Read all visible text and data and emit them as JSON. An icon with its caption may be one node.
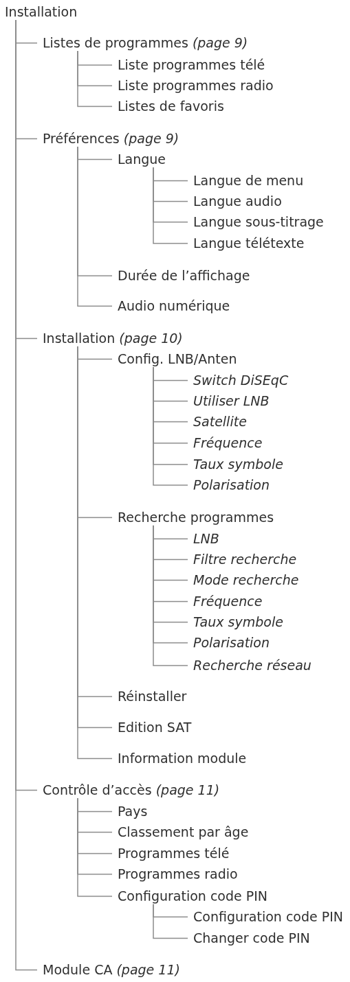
{
  "diagram": {
    "nodes": [
      {
        "text": [
          "Installation"
        ]
      },
      {
        "text": [
          "Listes de programmes *(page 9)*"
        ]
      },
      {
        "text": [
          "Liste programmes télé"
        ]
      },
      {
        "text": [
          "Liste programmes radio"
        ]
      },
      {
        "text": [
          "Listes de favoris"
        ]
      },
      {
        "text": [
          "Préférences *(page 9)*"
        ]
      },
      {
        "text": [
          "Langue"
        ]
      },
      {
        "text": [
          "Langue de menu"
        ]
      },
      {
        "text": [
          "Langue audio"
        ]
      },
      {
        "text": [
          "Langue sous-titrage"
        ]
      },
      {
        "text": [
          "Langue télétexte"
        ]
      },
      {
        "text": [
          "Durée de l’affichage"
        ]
      },
      {
        "text": [
          "Audio numérique"
        ]
      },
      {
        "text": [
          "Installation *(page 10)*"
        ]
      },
      {
        "text": [
          "Config. LNB/Anten"
        ]
      },
      {
        "text": [
          "Switch DiSEqC"
        ]
      },
      {
        "text": [
          "Utiliser LNB"
        ]
      },
      {
        "text": [
          "Satellite"
        ]
      },
      {
        "text": [
          "Fréquence"
        ]
      },
      {
        "text": [
          "Taux symbole"
        ]
      },
      {
        "text": [
          "Polarisation"
        ]
      },
      {
        "text": [
          "Recherche programmes"
        ]
      },
      {
        "text": [
          "LNB"
        ]
      },
      {
        "text": [
          "Filtre recherche"
        ]
      },
      {
        "text": [
          "Mode recherche"
        ]
      },
      {
        "text": [
          "Fréquence"
        ]
      },
      {
        "text": [
          "Taux symbole"
        ]
      },
      {
        "text": [
          "Polarisation"
        ]
      },
      {
        "text": [
          "Recherche réseau"
        ]
      },
      {
        "text": [
          "Réinstaller"
        ]
      },
      {
        "text": [
          "Edition SAT"
        ]
      },
      {
        "text": [
          "Information module"
        ]
      },
      {
        "text": [
          "Contrôle d’accès *(page 11)*"
        ]
      },
      {
        "text": [
          "Pays"
        ]
      },
      {
        "text": [
          "Classement par âge"
        ]
      },
      {
        "text": [
          "Programmes télé"
        ]
      },
      {
        "text": [
          "Programmes radio"
        ]
      },
      {
        "text": [
          "Configuration code PIN"
        ]
      },
      {
        "text": [
          "Configuration code PIN"
        ]
      },
      {
        "text": [
          "Changer code PIN"
        ]
      },
      {
        "text": [
          "Module CA *(page 11)*"
        ]
      }
    ],
    "edges": [
      {
        "from": 0,
        "to": 1,
        "arrow": "none"
      },
      {
        "from": 1,
        "to": 2,
        "arrow": "none"
      },
      {
        "from": 1,
        "to": 3,
        "arrow": "none"
      },
      {
        "from": 1,
        "to": 4,
        "arrow": "none"
      },
      {
        "from": 0,
        "to": 5,
        "arrow": "none"
      },
      {
        "from": 5,
        "to": 6,
        "arrow": "none"
      },
      {
        "from": 6,
        "to": 7,
        "arrow": "none"
      },
      {
        "from": 6,
        "to": 8,
        "arrow": "none"
      },
      {
        "from": 6,
        "to": 9,
        "arrow": "none"
      },
      {
        "from": 6,
        "to": 10,
        "arrow": "none"
      },
      {
        "from": 5,
        "to": 11,
        "arrow": "none"
      },
      {
        "from": 5,
        "to": 12,
        "arrow": "none"
      },
      {
        "from": 0,
        "to": 13,
        "arrow": "none"
      },
      {
        "from": 13,
        "to": 14,
        "arrow": "none"
      },
      {
        "from": 14,
        "to": 15,
        "arrow": "none"
      },
      {
        "from": 14,
        "to": 16,
        "arrow": "none"
      },
      {
        "from": 14,
        "to": 17,
        "arrow": "none"
      },
      {
        "from": 14,
        "to": 18,
        "arrow": "none"
      },
      {
        "from": 14,
        "to": 19,
        "arrow": "none"
      },
      {
        "from": 14,
        "to": 20,
        "arrow": "none"
      },
      {
        "from": 13,
        "to": 21,
        "arrow": "none"
      },
      {
        "from": 21,
        "to": 22,
        "arrow": "none"
      },
      {
        "from": 21,
        "to": 23,
        "arrow": "none"
      },
      {
        "from": 21,
        "to": 24,
        "arrow": "none"
      },
      {
        "from": 21,
        "to": 25,
        "arrow": "none"
      },
      {
        "from": 21,
        "to": 26,
        "arrow": "none"
      },
      {
        "from": 21,
        "to": 27,
        "arrow": "none"
      },
      {
        "from": 21,
        "to": 28,
        "arrow": "none"
      },
      {
        "from": 13,
        "to": 29,
        "arrow": "none"
      },
      {
        "from": 13,
        "to": 30,
        "arrow": "none"
      },
      {
        "from": 13,
        "to": 31,
        "arrow": "none"
      },
      {
        "from": 0,
        "to": 32,
        "arrow": "none"
      },
      {
        "from": 32,
        "to": 33,
        "arrow": "none"
      },
      {
        "from": 32,
        "to": 34,
        "arrow": "none"
      },
      {
        "from": 32,
        "to": 35,
        "arrow": "none"
      },
      {
        "from": 32,
        "to": 36,
        "arrow": "none"
      },
      {
        "from": 32,
        "to": 37,
        "arrow": "none"
      },
      {
        "from": 37,
        "to": 38,
        "arrow": "none"
      },
      {
        "from": 37,
        "to": 39,
        "arrow": "none"
      },
      {
        "from": 0,
        "to": 40,
        "arrow": "none"
      }
    ]
  }
}
